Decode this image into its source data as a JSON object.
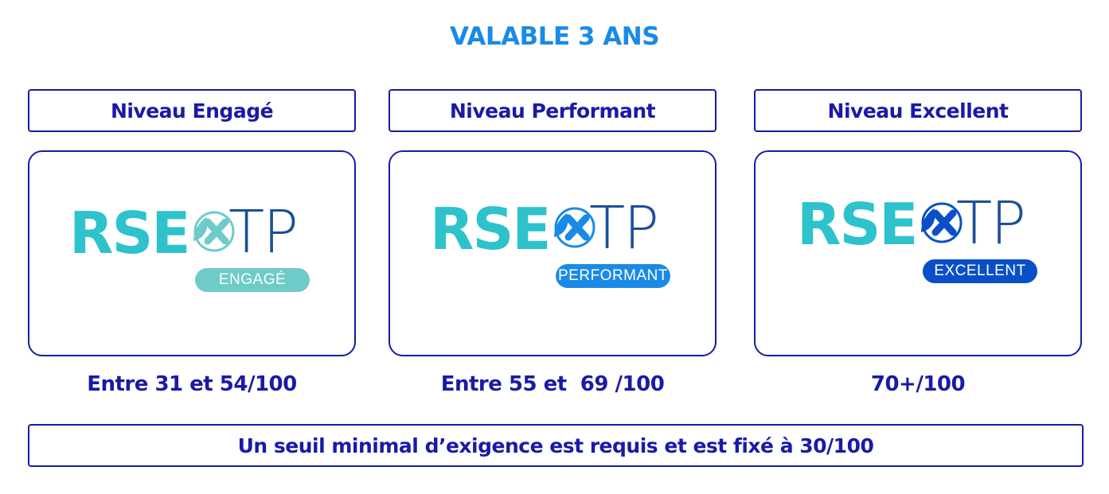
{
  "title": "VALABLE 3 ANS",
  "levels": [
    {
      "label": "Niveau Engagé",
      "logo": {
        "left": "RSE",
        "right": "TP",
        "badge": "ENGAGÉ"
      },
      "score": "Entre 31 et 54/100",
      "color": "#6ecbc8"
    },
    {
      "label": "Niveau Performant",
      "logo": {
        "left": "RSE",
        "right": "TP",
        "badge": "PERFORMANT"
      },
      "score": "Entre 55 et  69 /100",
      "color": "#1a8ae6"
    },
    {
      "label": "Niveau Excellent",
      "logo": {
        "left": "RSE",
        "right": "TP",
        "badge": "EXCELLENT"
      },
      "score": "70+/100",
      "color": "#0a4fc9"
    }
  ],
  "footer": "Un seuil minimal d’exigence est requis et est fixé à 30/100"
}
